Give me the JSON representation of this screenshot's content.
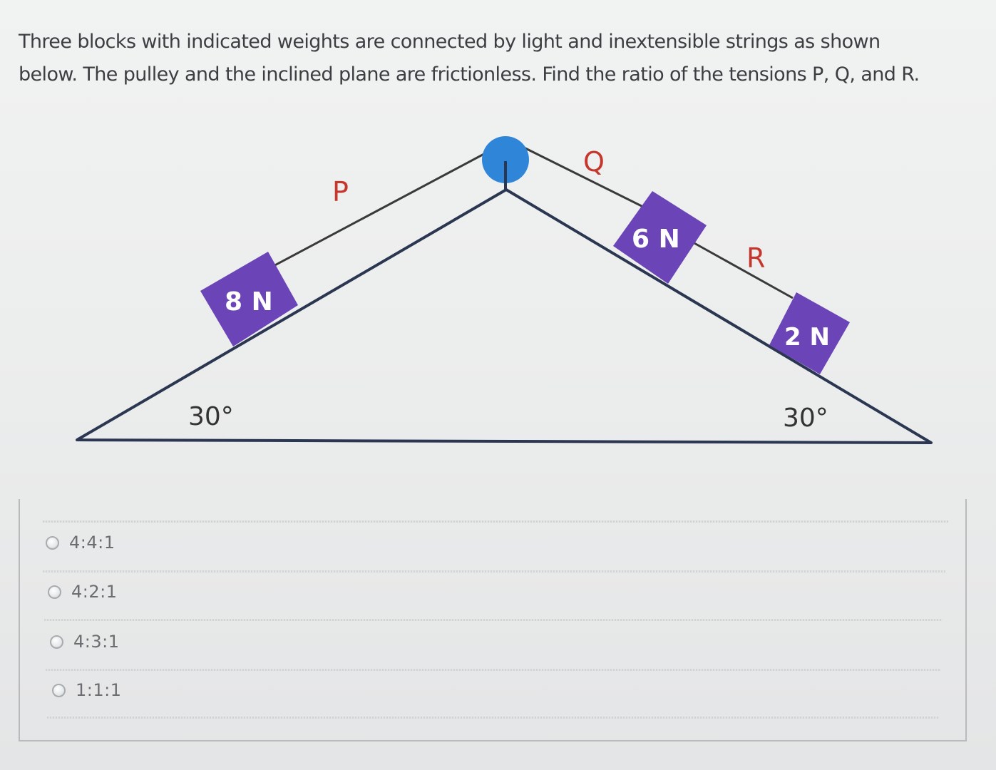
{
  "question": {
    "line1": "Three blocks with indicated weights are connected by light and inextensible strings as shown",
    "line2": "below.  The pulley and the inclined plane are frictionless.  Find the ratio of the tensions P, Q, and R."
  },
  "figure": {
    "blocks": {
      "left": "8 N",
      "middle": "6 N",
      "right": "2 N"
    },
    "tensions": {
      "p": "P",
      "q": "Q",
      "r": "R"
    },
    "angles": {
      "left": "30°",
      "right": "30°"
    },
    "colors": {
      "block": "#6b44b8",
      "pulley": "#2f86d8",
      "tension_label": "#c5362c"
    }
  },
  "options": [
    {
      "label": "4:4:1"
    },
    {
      "label": "4:2:1"
    },
    {
      "label": "4:3:1"
    },
    {
      "label": "1:1:1"
    }
  ]
}
